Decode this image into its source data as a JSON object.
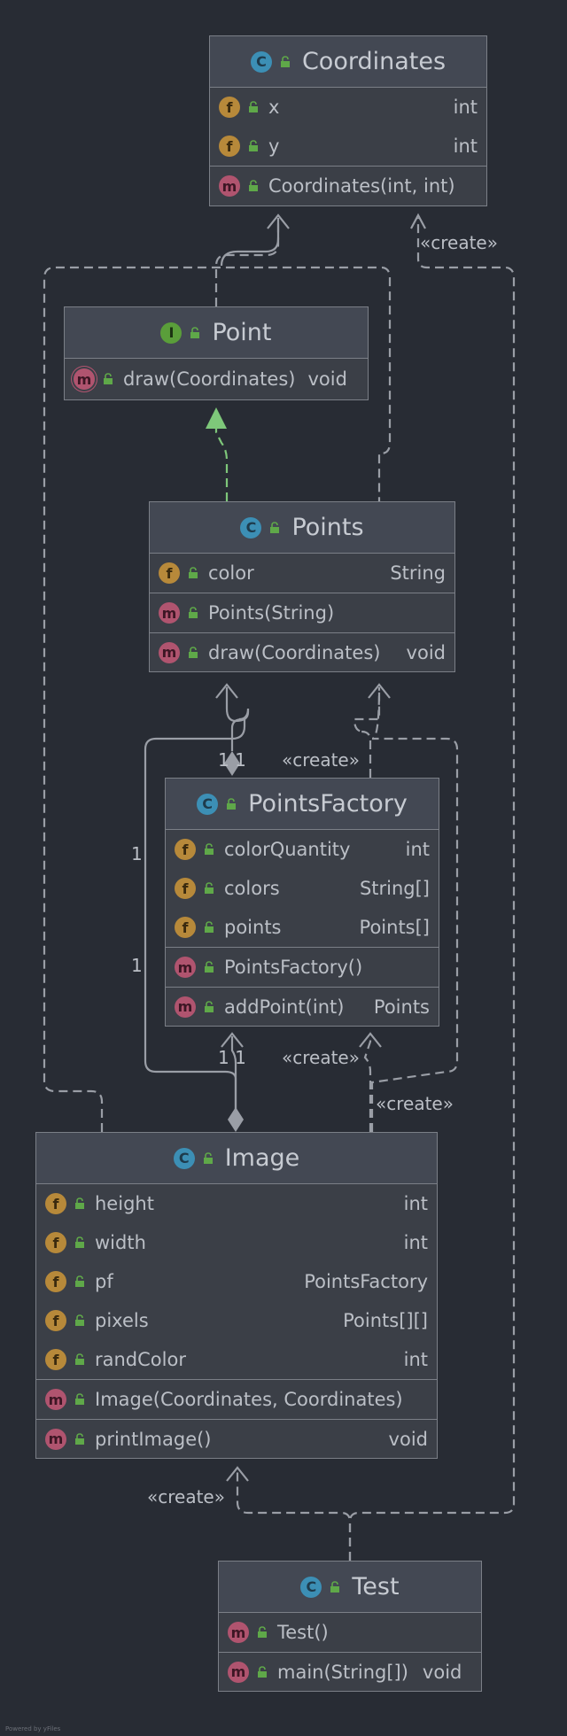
{
  "classes": {
    "coordinates": {
      "kind": "C",
      "name": "Coordinates",
      "fields": [
        {
          "name": "x",
          "type": "int"
        },
        {
          "name": "y",
          "type": "int"
        }
      ],
      "methods": [
        {
          "name": "Coordinates(int, int)",
          "type": ""
        }
      ]
    },
    "point": {
      "kind": "I",
      "name": "Point",
      "methods": [
        {
          "name": "draw(Coordinates)",
          "type": "void"
        }
      ]
    },
    "points": {
      "kind": "C",
      "name": "Points",
      "fields": [
        {
          "name": "color",
          "type": "String"
        }
      ],
      "methods": [
        {
          "name": "Points(String)",
          "type": ""
        },
        {
          "name": "draw(Coordinates)",
          "type": "void"
        }
      ]
    },
    "pointsfactory": {
      "kind": "C",
      "name": "PointsFactory",
      "fields": [
        {
          "name": "colorQuantity",
          "type": "int"
        },
        {
          "name": "colors",
          "type": "String[]"
        },
        {
          "name": "points",
          "type": "Points[]"
        }
      ],
      "methods": [
        {
          "name": "PointsFactory()",
          "type": ""
        },
        {
          "name": "addPoint(int)",
          "type": "Points"
        }
      ]
    },
    "image": {
      "kind": "C",
      "name": "Image",
      "fields": [
        {
          "name": "height",
          "type": "int"
        },
        {
          "name": "width",
          "type": "int"
        },
        {
          "name": "pf",
          "type": "PointsFactory"
        },
        {
          "name": "pixels",
          "type": "Points[][]"
        },
        {
          "name": "randColor",
          "type": "int"
        }
      ],
      "methods": [
        {
          "name": "Image(Coordinates, Coordinates)",
          "type": ""
        },
        {
          "name": "printImage()",
          "type": "void"
        }
      ]
    },
    "test": {
      "kind": "C",
      "name": "Test",
      "methods": [
        {
          "name": "Test()",
          "type": ""
        },
        {
          "name": "main(String[])",
          "type": "void"
        }
      ]
    }
  },
  "labels": {
    "create": "«create»",
    "one": "1",
    "one_one": "1 1"
  },
  "footer": "Powered by yFiles",
  "colors": {
    "background": "#282c34",
    "edge": "#9a9ea6",
    "realization": "#7ec77a",
    "class_badge": "#3c8fb5",
    "interface_badge": "#5a9e3a",
    "field_badge": "#b7893a",
    "method_badge": "#b0546f",
    "public_lock": "#5fa849"
  }
}
